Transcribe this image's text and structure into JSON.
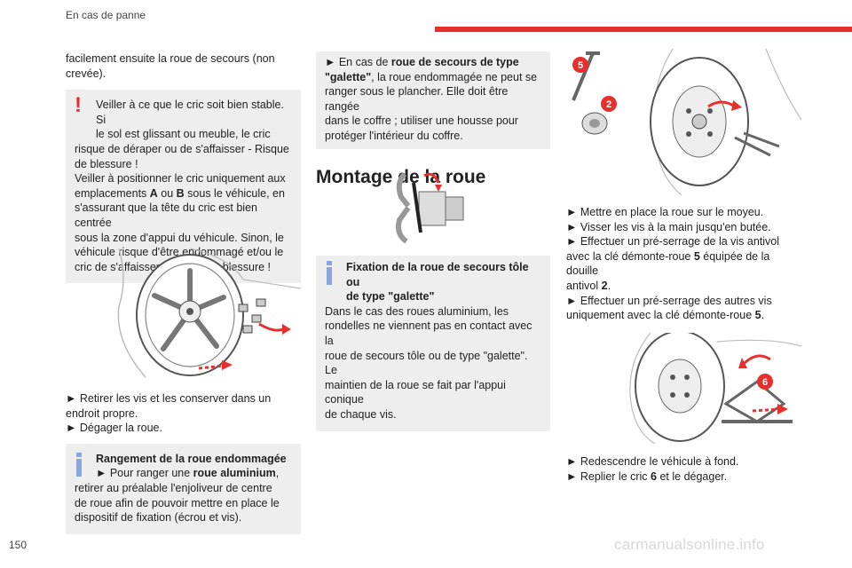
{
  "header": {
    "title": "En cas de panne",
    "accent_color": "#e5302d"
  },
  "page_number": "150",
  "watermark": "carmanualsonline.info",
  "col1": {
    "intro": [
      "facilement ensuite la roue de secours (non",
      "crevée)."
    ],
    "warning": {
      "icon": "exclamation-icon",
      "lines_indented": [
        "Veiller à ce que le cric soit bien stable. Si",
        "le sol est glissant ou meuble, le cric"
      ],
      "lines": [
        "risque de déraper ou de s'affaisser - Risque",
        "de blessure !",
        "Veiller à positionner le cric uniquement aux",
        "emplacements ",
        "s'assurant que la tête du cric est bien centrée",
        "sous la zone d'appui du véhicule. Sinon, le",
        "véhicule risque d'être endommagé et/ou le",
        "cric de s'affaisser - Risque de blessure !"
      ],
      "bold_a": "A",
      "or": " ou ",
      "bold_b": "B",
      "after_b": " sous le véhicule, en"
    },
    "steps": [
      "► Retirer les vis et les conserver dans un",
      "endroit propre.",
      "► Dégager la roue."
    ],
    "info": {
      "title": "Rangement de la roue endommagée",
      "line1_pre": "► Pour ranger une ",
      "line1_bold": "roue aluminium",
      "line1_post": ",",
      "lines": [
        "retirer au préalable l'enjoliveur de centre",
        "de roue afin de pouvoir mettre en place le",
        "dispositif de fixation (écrou et vis)."
      ]
    }
  },
  "col2": {
    "box": {
      "line1_pre": "► En cas de ",
      "line1_bold": "roue de secours de type",
      "line2_bold": "\"galette\"",
      "line2_post": ", la roue endommagée ne peut se",
      "lines": [
        "ranger sous le plancher. Elle doit être rangée",
        "dans le coffre ; utiliser une housse pour",
        "protéger l'intérieur du coffre."
      ]
    },
    "heading": "Montage de la roue",
    "info": {
      "title1": "Fixation de la roue de secours tôle ou",
      "title2": "de type \"galette\"",
      "lines": [
        "Dans le cas des roues aluminium, les",
        "rondelles ne viennent pas en contact avec la",
        "roue de secours tôle ou de type \"galette\". Le",
        "maintien de la roue se fait par l'appui conique",
        "de chaque vis."
      ]
    }
  },
  "col3": {
    "labels": {
      "five": "5",
      "two": "2",
      "six": "6"
    },
    "steps1": [
      "► Mettre en place la roue sur le moyeu.",
      "► Visser les vis à la main jusqu'en butée.",
      "► Effectuer un pré-serrage de la vis antivol"
    ],
    "steps1_b": {
      "pre": "avec la clé démonte-roue ",
      "n5": "5",
      "mid": " équipée de la douille"
    },
    "steps1_c": {
      "pre": "antivol ",
      "n2": "2",
      "post": "."
    },
    "steps1_d": "► Effectuer un pré-serrage des autres vis",
    "steps1_e": {
      "pre": "uniquement avec la clé démonte-roue ",
      "n5": "5",
      "post": "."
    },
    "steps2_a": "► Redescendre le véhicule à fond.",
    "steps2_b": {
      "pre": "► Replier le cric ",
      "n6": "6",
      "post": " et le dégager."
    }
  }
}
